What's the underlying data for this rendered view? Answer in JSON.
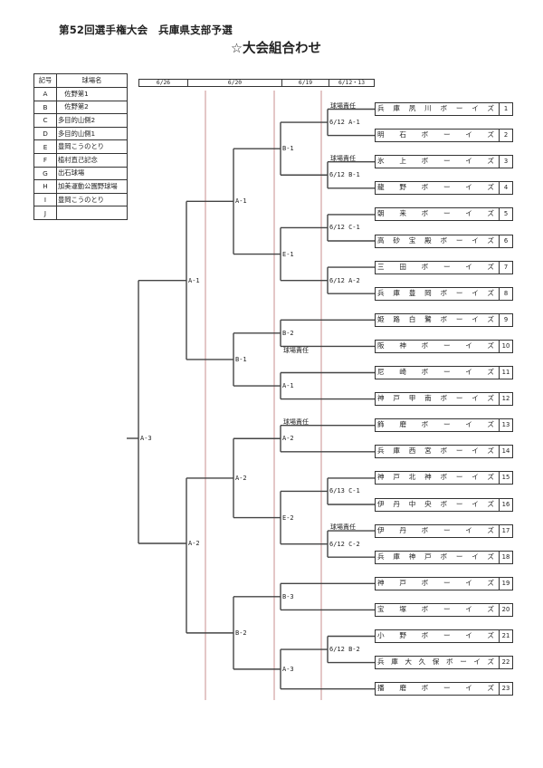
{
  "header": {
    "title": "第52回選手権大会　兵庫県支部予選",
    "subtitle": "☆大会組合わせ"
  },
  "venue_table": {
    "columns": [
      "記号",
      "球場名"
    ],
    "rows": [
      {
        "code": "A",
        "name": "　佐野第1"
      },
      {
        "code": "B",
        "name": "　佐野第2"
      },
      {
        "code": "C",
        "name": "多目的山側2"
      },
      {
        "code": "D",
        "name": "多目的山側1"
      },
      {
        "code": "E",
        "name": "豊岡こうのとり"
      },
      {
        "code": "F",
        "name": "植村直己記念"
      },
      {
        "code": "G",
        "name": "出石球場"
      },
      {
        "code": "H",
        "name": "加美運動公園野球場"
      },
      {
        "code": "I",
        "name": "豊岡こうのとり"
      },
      {
        "code": "J",
        "name": ""
      }
    ]
  },
  "schedule": [
    "6/26",
    "6/20",
    "6/19",
    "6/12・13"
  ],
  "colors": {
    "bracket_line": "#444444",
    "date_divider": "#c98f8f"
  },
  "teams": [
    {
      "seed": "1",
      "name": "兵庫夙川ボーイズ"
    },
    {
      "seed": "2",
      "name": "明石ボーイズ"
    },
    {
      "seed": "3",
      "name": "氷上ボーイズ"
    },
    {
      "seed": "4",
      "name": "龍野ボーイズ"
    },
    {
      "seed": "5",
      "name": "朝来ボーイズ"
    },
    {
      "seed": "6",
      "name": "高砂宝殿ボーイズ"
    },
    {
      "seed": "7",
      "name": "三田ボーイズ"
    },
    {
      "seed": "8",
      "name": "兵庫豊岡ボーイズ"
    },
    {
      "seed": "9",
      "name": "姫路白鷺ボーイズ"
    },
    {
      "seed": "10",
      "name": "阪神ボーイズ"
    },
    {
      "seed": "11",
      "name": "尼崎ボーイズ"
    },
    {
      "seed": "12",
      "name": "神戸甲南ボーイズ"
    },
    {
      "seed": "13",
      "name": "飾磨ボーイズ"
    },
    {
      "seed": "14",
      "name": "兵庫西宮ボーイズ"
    },
    {
      "seed": "15",
      "name": "神戸北神ボーイズ"
    },
    {
      "seed": "16",
      "name": "伊丹中央ボーイズ"
    },
    {
      "seed": "17",
      "name": "伊丹ボーイズ"
    },
    {
      "seed": "18",
      "name": "兵庫神戸ボーイズ"
    },
    {
      "seed": "19",
      "name": "神戸ボーイズ"
    },
    {
      "seed": "20",
      "name": "宝塚ボーイズ"
    },
    {
      "seed": "21",
      "name": "小野ボーイズ"
    },
    {
      "seed": "22",
      "name": "兵庫大久保ボーイズ"
    },
    {
      "seed": "23",
      "name": "播磨ボーイズ"
    }
  ],
  "bracket": {
    "matches": [
      {
        "id": "m1",
        "round": 1,
        "label": "6/12 A-1",
        "children": [
          "t1",
          "t2"
        ]
      },
      {
        "id": "m2",
        "round": 1,
        "label": "6/12 B-1",
        "children": [
          "t3",
          "t4"
        ]
      },
      {
        "id": "m3",
        "round": 2,
        "label": "B-1",
        "children": [
          "m1",
          "m2"
        ]
      },
      {
        "id": "m4",
        "round": 1,
        "label": "6/12 C-1",
        "children": [
          "t5",
          "t6"
        ]
      },
      {
        "id": "m5",
        "round": 1,
        "label": "6/12 A-2",
        "children": [
          "t7",
          "t8"
        ]
      },
      {
        "id": "m6",
        "round": 2,
        "label": "E-1",
        "children": [
          "m4",
          "m5"
        ]
      },
      {
        "id": "m7",
        "round": 3,
        "label": "A-1",
        "children": [
          "m3",
          "m6"
        ]
      },
      {
        "id": "m8",
        "round": 2,
        "label": "B-2",
        "children": [
          "t9",
          "t10"
        ]
      },
      {
        "id": "m9",
        "round": 2,
        "label": "A-1",
        "children": [
          "t11",
          "t12"
        ]
      },
      {
        "id": "m10",
        "round": 3,
        "label": "B-1",
        "children": [
          "m8",
          "m9"
        ]
      },
      {
        "id": "m11",
        "round": 4,
        "label": "A-1",
        "children": [
          "m7",
          "m10"
        ]
      },
      {
        "id": "m12",
        "round": 2,
        "label": "A-2",
        "children": [
          "t13",
          "t14"
        ]
      },
      {
        "id": "m13",
        "round": 1,
        "label": "6/13 C-1",
        "children": [
          "t15",
          "t16"
        ]
      },
      {
        "id": "m14",
        "round": 1,
        "label": "6/12 C-2",
        "children": [
          "t17",
          "t18"
        ]
      },
      {
        "id": "m15",
        "round": 2,
        "label": "E-2",
        "children": [
          "m13",
          "m14"
        ]
      },
      {
        "id": "m16",
        "round": 3,
        "label": "A-2",
        "children": [
          "m12",
          "m15"
        ]
      },
      {
        "id": "m17",
        "round": 2,
        "label": "B-3",
        "children": [
          "t19",
          "t20"
        ]
      },
      {
        "id": "m18",
        "round": 1,
        "label": "6/12 B-2",
        "children": [
          "t21",
          "t22"
        ]
      },
      {
        "id": "m19",
        "round": 2,
        "label": "A-3",
        "children": [
          "m18",
          "t23"
        ]
      },
      {
        "id": "m20",
        "round": 3,
        "label": "B-2",
        "children": [
          "m17",
          "m19"
        ]
      },
      {
        "id": "m21",
        "round": 4,
        "label": "A-2",
        "children": [
          "m16",
          "m20"
        ]
      },
      {
        "id": "m22",
        "round": 5,
        "label": "A-3",
        "children": [
          "m11",
          "m21"
        ]
      }
    ],
    "venue_duty": {
      "label": "球場責任",
      "teams": [
        1,
        3,
        10,
        13,
        17
      ]
    }
  }
}
